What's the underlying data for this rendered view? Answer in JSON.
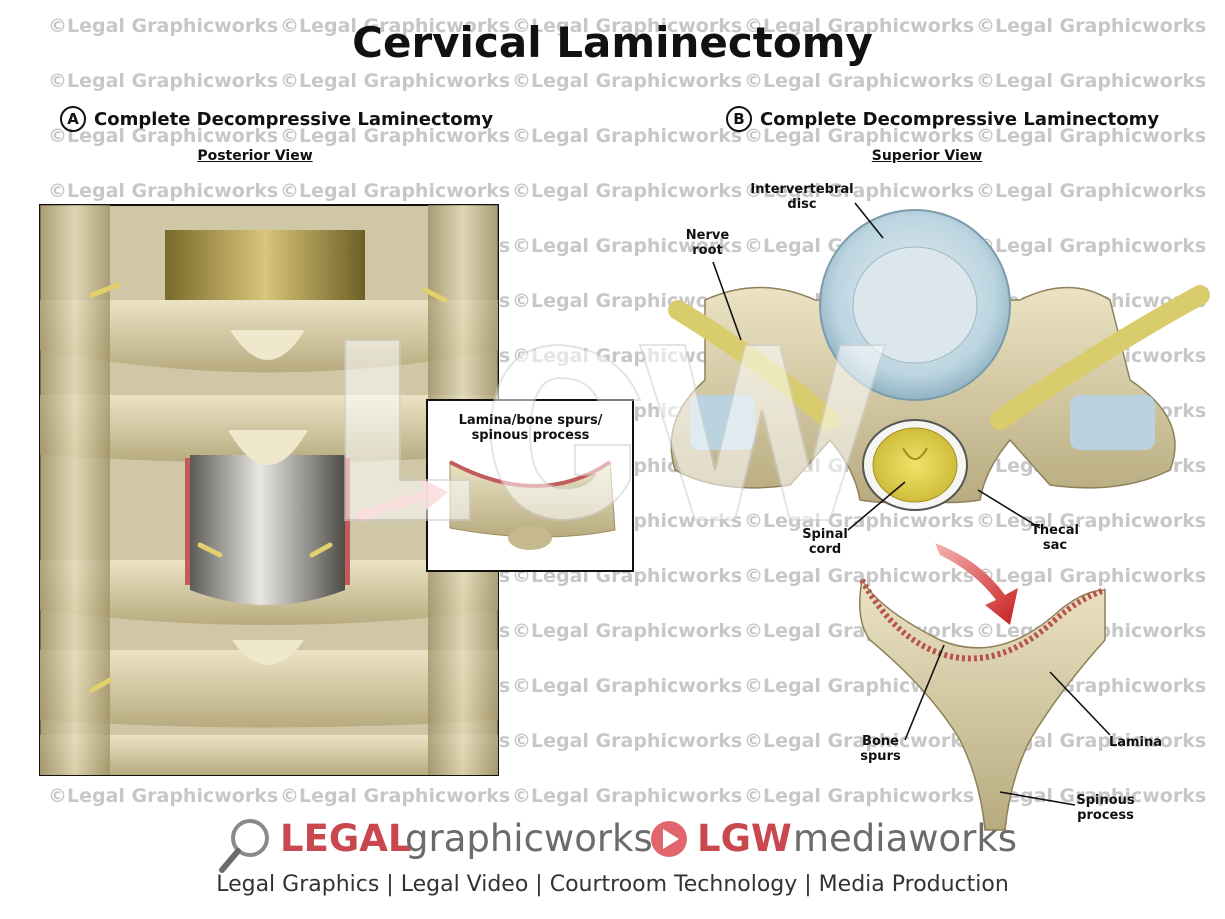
{
  "title": "Cervical Laminectomy",
  "watermark": "©Legal Graphicworks",
  "panels": {
    "a": {
      "letter": "A",
      "heading": "Complete Decompressive Laminectomy",
      "view": "Posterior View",
      "inset_label": "Lamina/bone spurs/ spinous process"
    },
    "b": {
      "letter": "B",
      "heading": "Complete Decompressive Laminectomy",
      "view": "Superior View",
      "labels": {
        "intervertebral_disc": "Intervertebral disc",
        "nerve_root": "Nerve root",
        "spinal_cord": "Spinal cord",
        "thecal_sac": "Thecal sac",
        "bone_spurs": "Bone spurs",
        "lamina": "Lamina",
        "spinous_process": "Spinous process"
      }
    }
  },
  "footer": {
    "brand1_bold": "LEGAL",
    "brand1_rest": "graphicworks",
    "brand2_bold": "LGW",
    "brand2_rest": "mediaworks",
    "tagline": "Legal Graphics | Legal Video | Courtroom Technology | Media Production"
  },
  "colors": {
    "brand_red": "#c9474f",
    "brand_gray": "#6b6b6b",
    "bone": "#d9cfa8",
    "cord": "#e3d24a",
    "disc": "#a9c8d6"
  }
}
